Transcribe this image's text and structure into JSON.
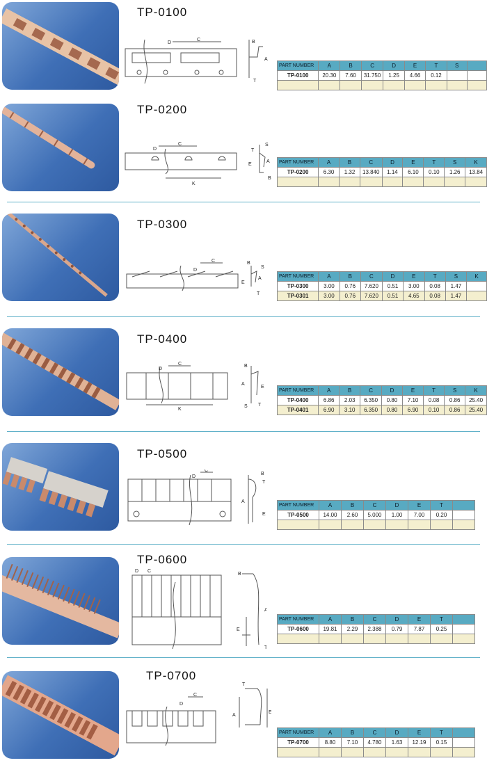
{
  "header_label": "PART NUMBER",
  "sections": [
    {
      "title": "TP-0100",
      "columns": [
        "A",
        "B",
        "C",
        "D",
        "E",
        "T",
        "S"
      ],
      "rows": [
        [
          "TP-0100",
          "20.30",
          "7.60",
          "31.750",
          "1.25",
          "4.66",
          "0.12",
          ""
        ]
      ]
    },
    {
      "title": "TP-0200",
      "columns": [
        "A",
        "B",
        "C",
        "D",
        "E",
        "T",
        "S",
        "K"
      ],
      "rows": [
        [
          "TP-0200",
          "6.30",
          "1.32",
          "13.840",
          "1.14",
          "6.10",
          "0.10",
          "1.26",
          "13.84"
        ]
      ]
    },
    {
      "title": "TP-0300",
      "columns": [
        "A",
        "B",
        "C",
        "D",
        "E",
        "T",
        "S",
        "K"
      ],
      "rows": [
        [
          "TP-0300",
          "3.00",
          "0.76",
          "7.620",
          "0.51",
          "3.00",
          "0.08",
          "1.47",
          ""
        ],
        [
          "TP-0301",
          "3.00",
          "0.76",
          "7.620",
          "0.51",
          "4.65",
          "0.08",
          "1.47",
          ""
        ]
      ]
    },
    {
      "title": "TP-0400",
      "columns": [
        "A",
        "B",
        "C",
        "D",
        "E",
        "T",
        "S",
        "K"
      ],
      "rows": [
        [
          "TP-0400",
          "6.86",
          "2.03",
          "6.350",
          "0.80",
          "7.10",
          "0.08",
          "0.86",
          "25.40"
        ],
        [
          "TP-0401",
          "6.90",
          "3.10",
          "6.350",
          "0.80",
          "6.90",
          "0.10",
          "0.86",
          "25.40"
        ]
      ]
    },
    {
      "title": "TP-0500",
      "columns": [
        "A",
        "B",
        "C",
        "D",
        "E",
        "T"
      ],
      "rows": [
        [
          "TP-0500",
          "14.00",
          "2.60",
          "5.000",
          "1.00",
          "7.00",
          "0.20"
        ]
      ]
    },
    {
      "title": "TP-0600",
      "columns": [
        "A",
        "B",
        "C",
        "D",
        "E",
        "T"
      ],
      "rows": [
        [
          "TP-0600",
          "19.81",
          "2.29",
          "2.388",
          "0.79",
          "7.87",
          "0.25"
        ]
      ]
    },
    {
      "title": "TP-0700",
      "columns": [
        "A",
        "B",
        "C",
        "D",
        "E",
        "T"
      ],
      "rows": [
        [
          "TP-0700",
          "8.80",
          "7.10",
          "4.780",
          "1.63",
          "12.19",
          "0.15"
        ]
      ]
    }
  ]
}
